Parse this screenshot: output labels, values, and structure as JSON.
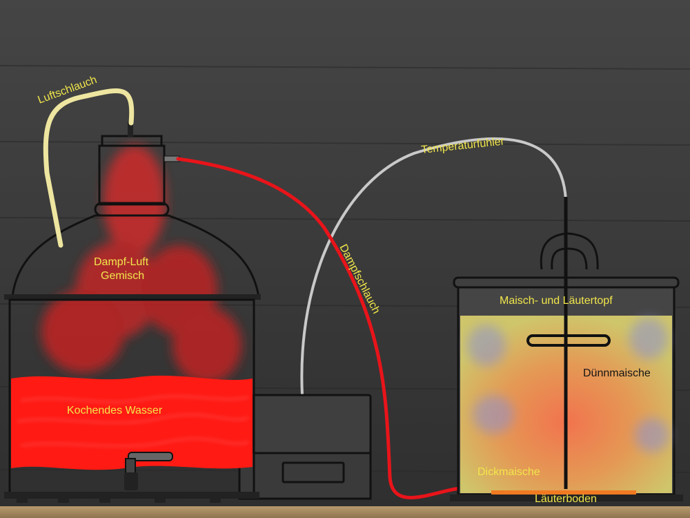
{
  "labels": {
    "luftschlauch": "Luftschlauch",
    "dampf_luft_line1": "Dampf-Luft",
    "dampf_luft_line2": "Gemisch",
    "kochendes_wasser": "Kochendes Wasser",
    "dampfschlauch": "Dampfschlauch",
    "temperaturfuehler": "Temperaturfühler",
    "maisch_laeutertopf": "Maisch- und Läutertopf",
    "duennmaische": "Dünnmaische",
    "dickmaische": "Dickmaische",
    "laeuterboden": "Läuterboden"
  },
  "colors": {
    "wall": "#3d3d3d",
    "steam_hose": "#e8141a",
    "air_hose": "#eee6a0",
    "temp_probe": "#c9c9c9",
    "boiling_water": "#ff1a14",
    "label_text": "#f1e64b",
    "mash": "#d9c766",
    "lauter_plate": "#f07a22"
  }
}
